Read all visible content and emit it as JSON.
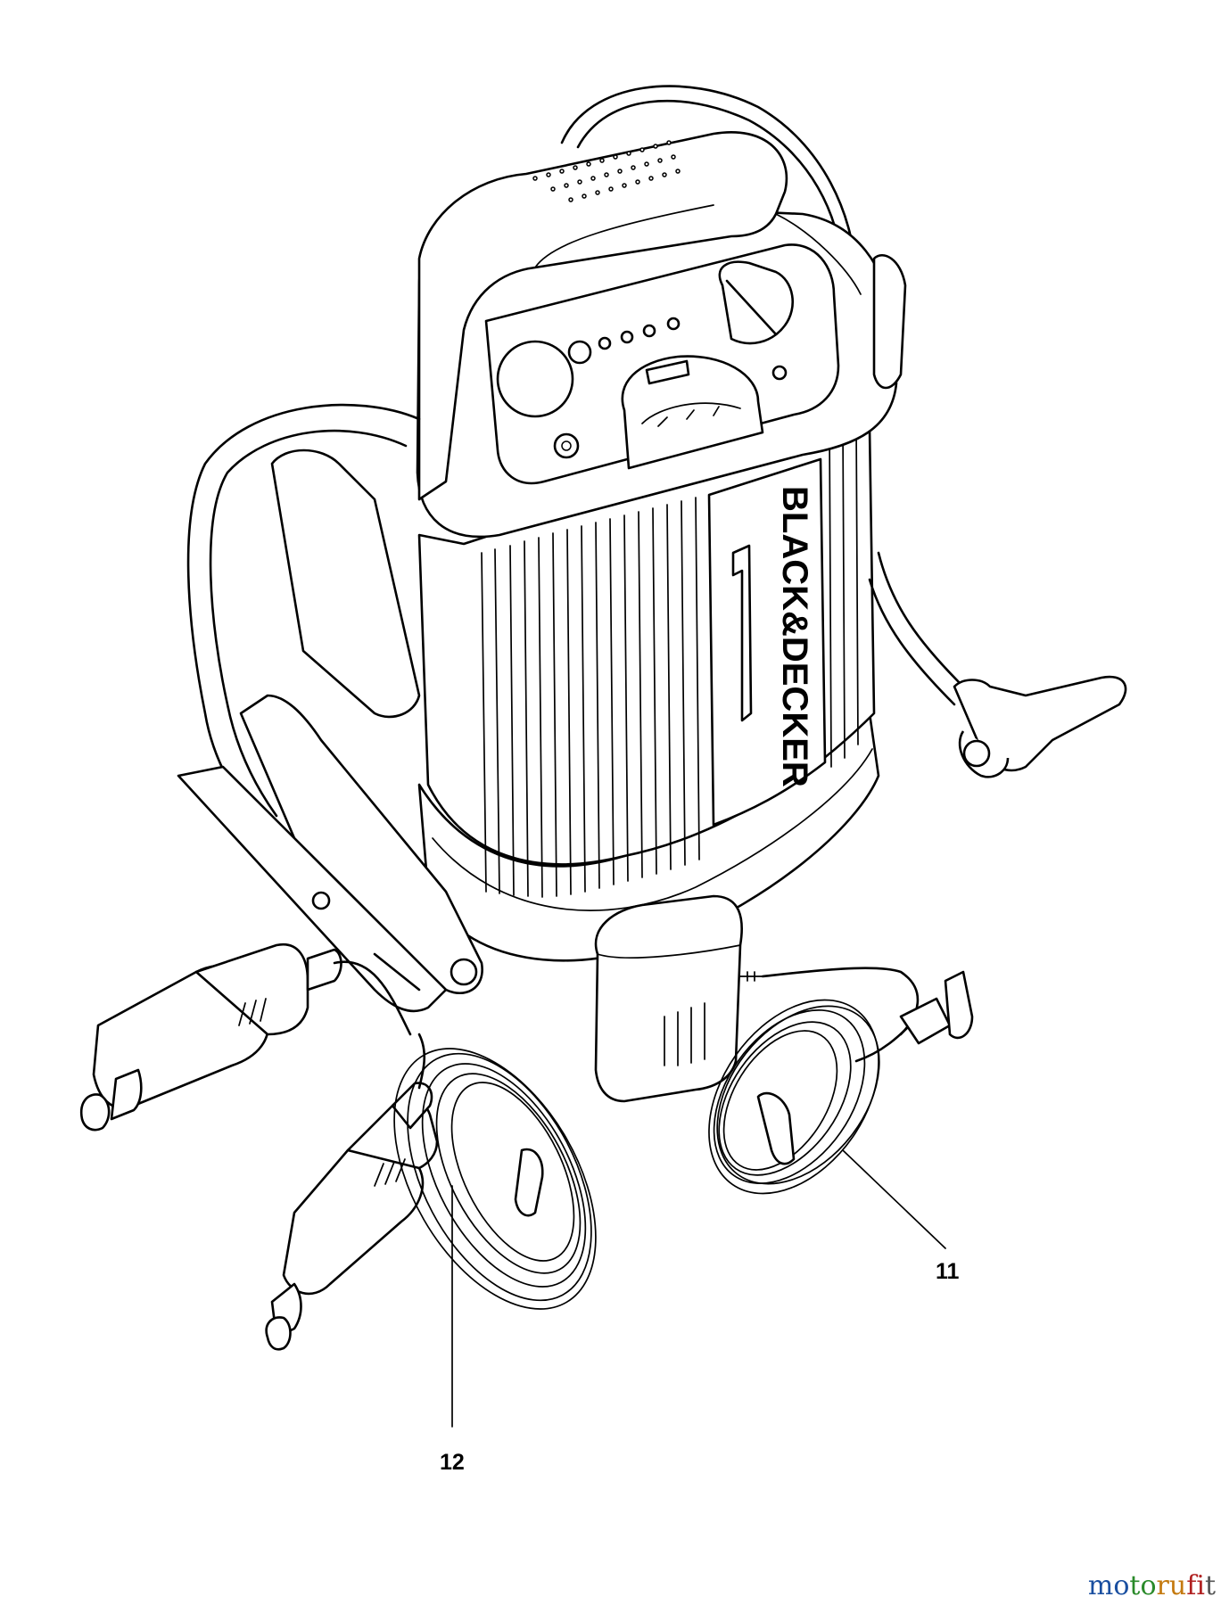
{
  "callouts": [
    {
      "id": "11",
      "text": "11"
    },
    {
      "id": "12",
      "text": "12"
    }
  ],
  "product_logo": "BLACK&DECKER",
  "watermark": {
    "letters": [
      "m",
      "o",
      "t",
      "o",
      "r",
      "u",
      "f",
      "i",
      "t"
    ],
    "colors": [
      "#1a4fa0",
      "#1a4fa0",
      "#2a8a2a",
      "#2a8a2a",
      "#c47a10",
      "#c47a10",
      "#b02020",
      "#b02020",
      "#555555"
    ]
  }
}
